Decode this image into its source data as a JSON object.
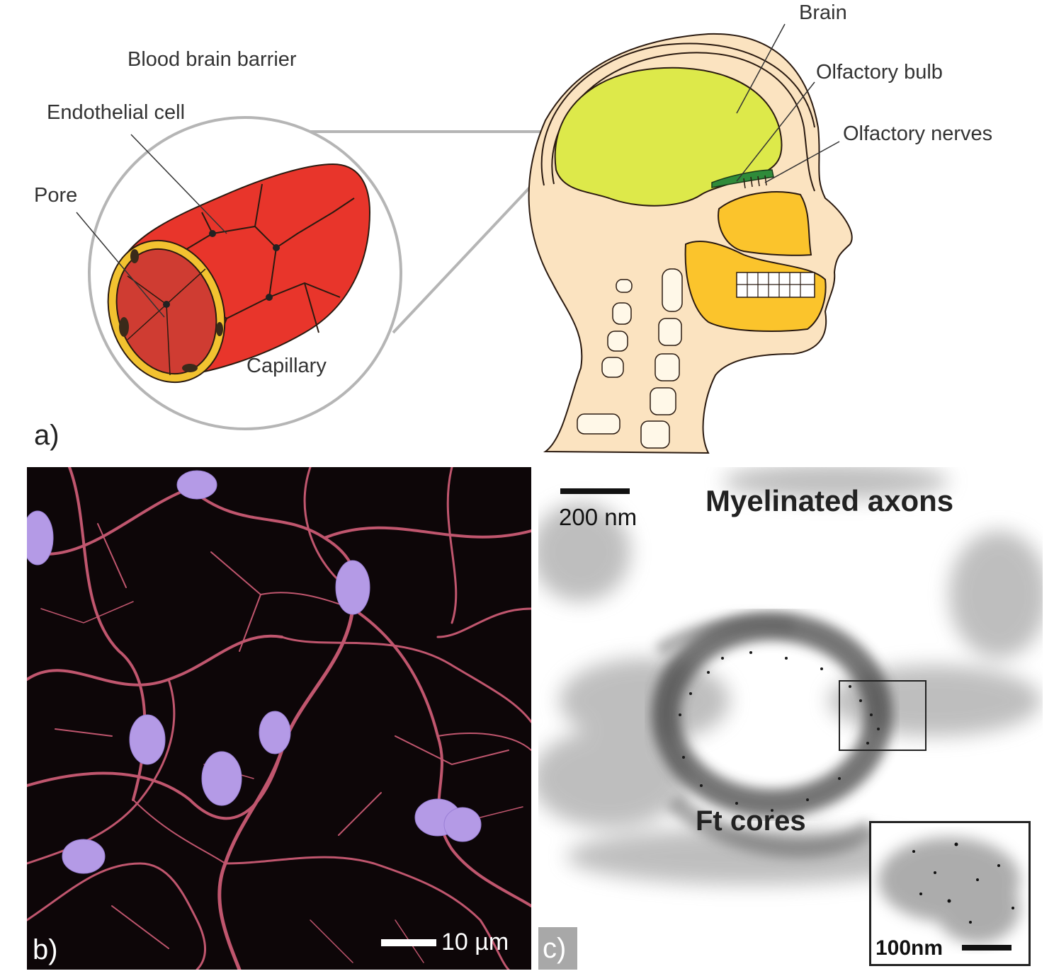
{
  "panel_a": {
    "letter": "a)",
    "title": "Blood brain barrier",
    "labels": {
      "endothelial_cell": "Endothelial cell",
      "pore": "Pore",
      "capillary": "Capillary",
      "brain": "Brain",
      "olfactory_bulb": "Olfactory bulb",
      "olfactory_nerves": "Olfactory nerves"
    },
    "colors": {
      "capillary_red": "#e8352b",
      "capillary_inner": "#cf3c32",
      "capillary_ring": "#f2c230",
      "head_skin": "#fbe3c0",
      "brain": "#dde94a",
      "olfactory_bulb": "#2f8b3a",
      "jaw": "#fbc42c",
      "lens_circle": "#b5b5b5"
    }
  },
  "panel_b": {
    "letter": "b)",
    "scale_label": "10 µm",
    "colors": {
      "background": "#0d0608",
      "fibers": "#c0566e",
      "cells": "#b49ae6"
    }
  },
  "panel_c": {
    "letter": "c)",
    "title": "Myelinated axons",
    "scale_label": "200 nm",
    "annotation": "Ft cores",
    "inset_scale_label": "100nm"
  }
}
